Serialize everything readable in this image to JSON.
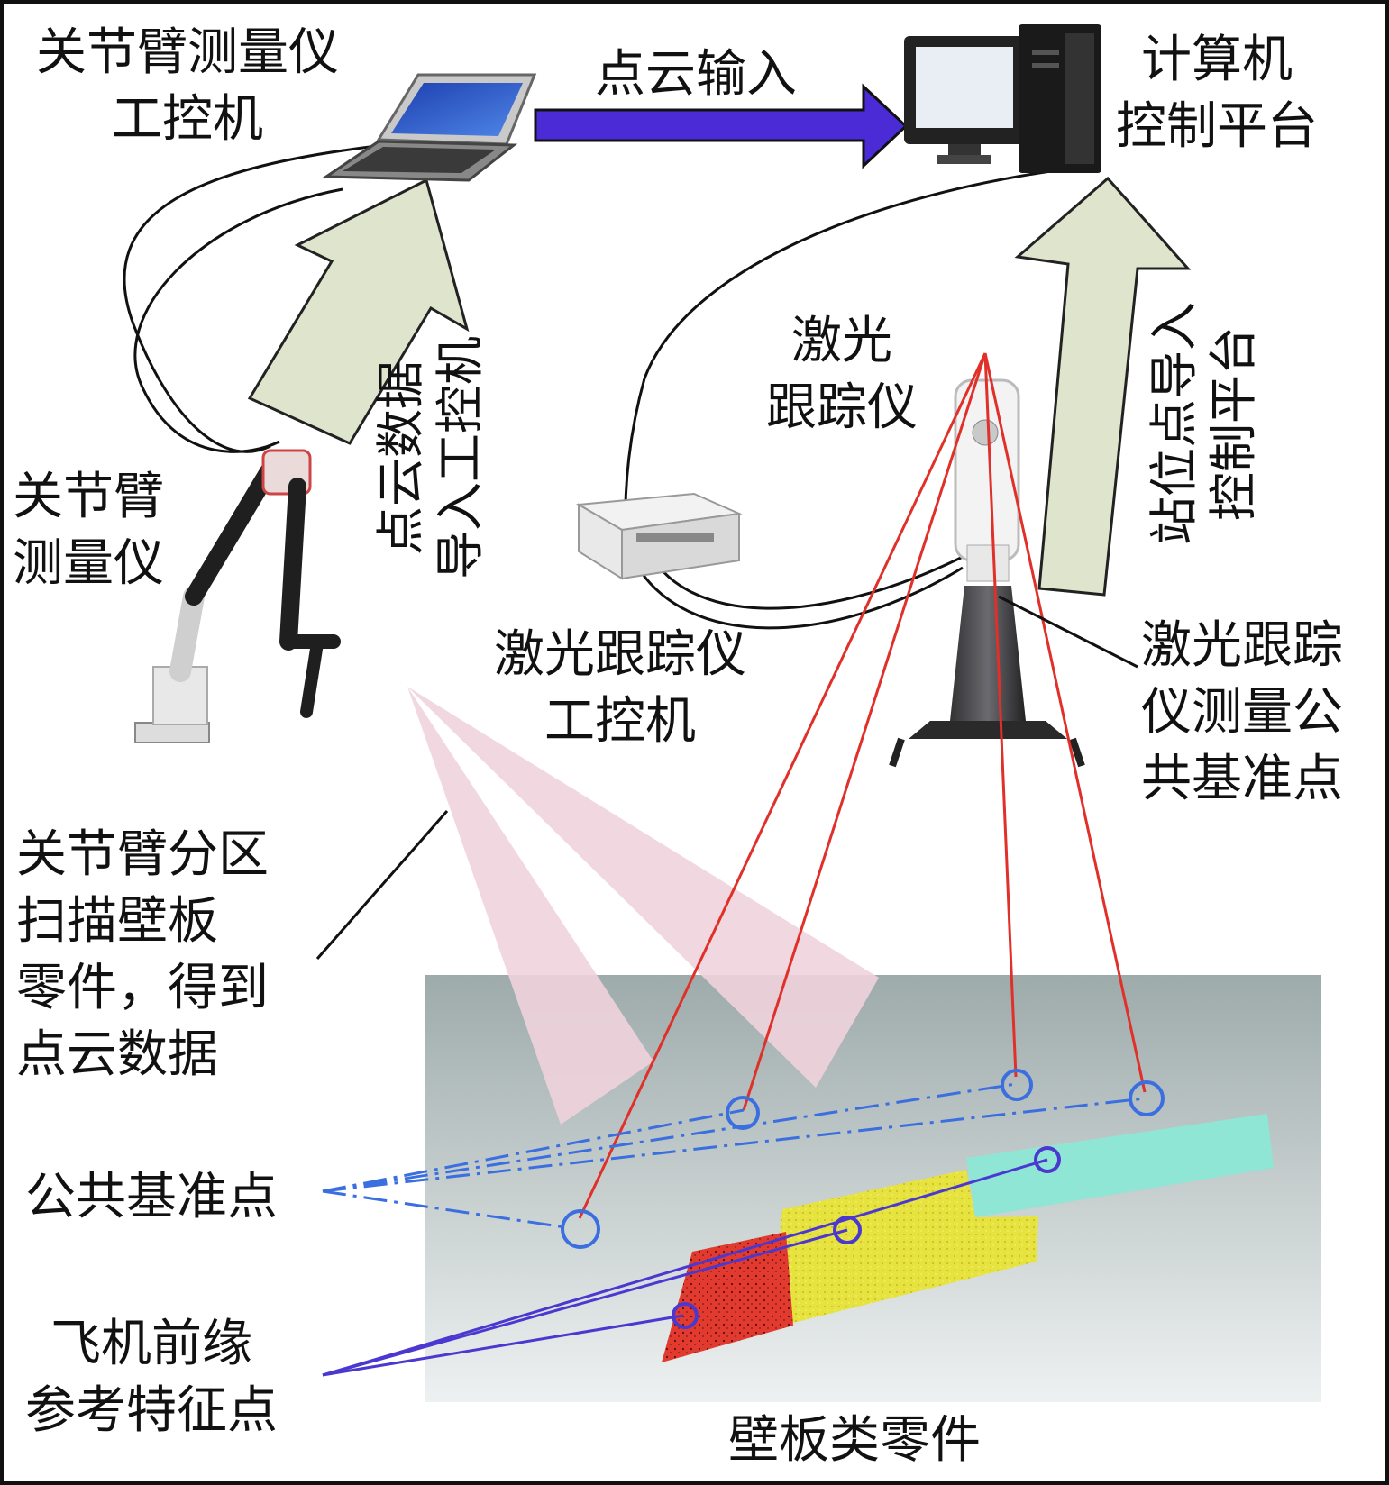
{
  "labels": {
    "arm_pc": [
      "关节臂测量仪",
      "工控机"
    ],
    "pointcloud_input": "点云输入",
    "computer_platform": [
      "计算机",
      "控制平台"
    ],
    "arm_device": [
      "关节臂",
      "测量仪"
    ],
    "import_pointcloud": [
      "点云数据",
      "导入工控机"
    ],
    "laser_tracker": [
      "激光",
      "跟踪仪"
    ],
    "station_import": [
      "站位点导入",
      "控制平台"
    ],
    "tracker_pc": [
      "激光跟踪仪",
      "工控机"
    ],
    "tracker_common_points": [
      "激光跟踪",
      "仪测量公",
      "共基准点"
    ],
    "arm_scan": [
      "关节臂分区",
      "扫描壁板",
      "零件，得到",
      "点云数据"
    ],
    "common_points": "公共基准点",
    "leading_edge": [
      "飞机前缘",
      "参考特征点"
    ],
    "panel_parts": "壁板类零件"
  },
  "icons": [
    "laptop-icon",
    "desktop-computer-icon",
    "articulated-arm-icon",
    "laser-tracker-icon",
    "controller-box-icon"
  ],
  "colors": {
    "flow_arrow": "#4a2bd6",
    "big_arrows": "#dfe5cc",
    "scan_beam": "#f0d3dc",
    "laser_lines": "#e0302a",
    "common_point_circles": "#3b6fe0",
    "feature_point_circles": "#4b38d0",
    "panel_bg": "#b8c4c4",
    "cloud_red": "#e02a2a",
    "cloud_yellow": "#e8e23c",
    "cloud_cyan": "#8fe6d4"
  }
}
